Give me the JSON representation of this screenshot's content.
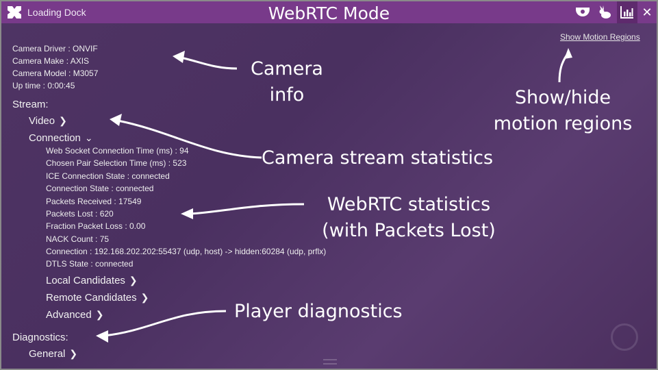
{
  "window": {
    "title": "Loading Dock",
    "mode_title": "WebRTC Mode"
  },
  "toolbar": {
    "icons": [
      "camera-dome-icon",
      "rabbit-icon",
      "bar-chart-icon",
      "close-icon"
    ],
    "close_label": "✕"
  },
  "motion_link": "Show Motion Regions",
  "camera_info": [
    "Camera Driver : ONVIF",
    "Camera Make : AXIS",
    "Camera Model : M3057",
    "Up time : 0:00:45"
  ],
  "stream": {
    "label": "Stream:",
    "video": "Video",
    "connection": "Connection",
    "stats": [
      "Web Socket Connection Time (ms) : 94",
      "Chosen Pair Selection Time (ms) : 523",
      "ICE Connection State : connected",
      "Connection State : connected",
      "Packets Received : 17549",
      "Packets Lost : 620",
      "Fraction Packet Loss : 0.00",
      "NACK Count : 75",
      "Connection : 192.168.202.202:55437 (udp, host) -> hidden:60284 (udp, prflx)",
      "DTLS State : connected"
    ],
    "local_candidates": "Local Candidates",
    "remote_candidates": "Remote Candidates",
    "advanced": "Advanced"
  },
  "diagnostics": {
    "label": "Diagnostics:",
    "general": "General"
  },
  "annotations": {
    "camera_info": [
      "Camera",
      "info"
    ],
    "motion": [
      "Show/hide",
      "motion regions"
    ],
    "stream_stats": "Camera stream statistics",
    "webrtc": [
      "WebRTC statistics",
      "(with Packets Lost)"
    ],
    "player": "Player diagnostics"
  },
  "colors": {
    "titlebar": "#783a8a",
    "background": "#4a3060"
  }
}
